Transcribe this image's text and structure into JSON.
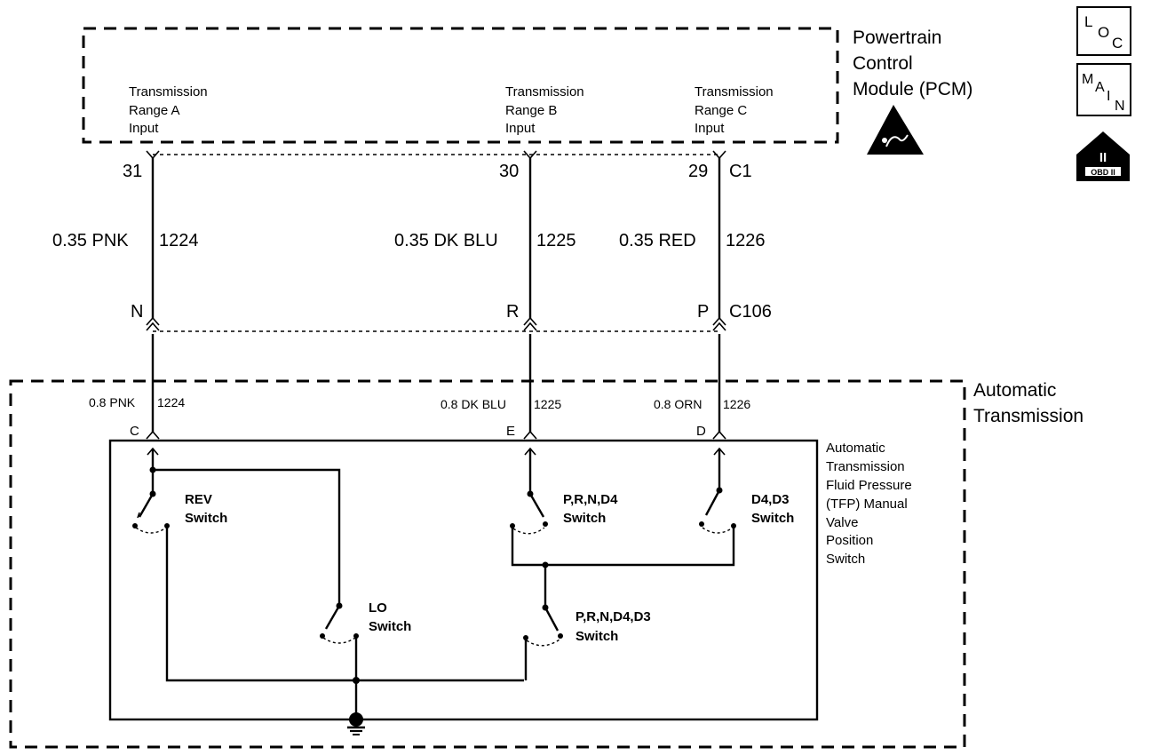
{
  "pcm": {
    "title_lines": [
      "Powertrain",
      "Control",
      "Module (PCM)"
    ],
    "inputs": [
      {
        "lines": [
          "Transmission",
          "Range A",
          "Input"
        ],
        "pin": "31"
      },
      {
        "lines": [
          "Transmission",
          "Range B",
          "Input"
        ],
        "pin": "30"
      },
      {
        "lines": [
          "Transmission",
          "Range C",
          "Input"
        ],
        "pin": "29"
      }
    ],
    "connector": "C1"
  },
  "upper_wires": [
    {
      "spec": "0.35 PNK",
      "circuit": "1224"
    },
    {
      "spec": "0.35 DK BLU",
      "circuit": "1225"
    },
    {
      "spec": "0.35 RED",
      "circuit": "1226"
    }
  ],
  "c106": {
    "name": "C106",
    "pins": [
      "N",
      "R",
      "P"
    ]
  },
  "transmission": {
    "title_lines": [
      "Automatic",
      "Transmission"
    ],
    "wires": [
      {
        "spec": "0.8 PNK",
        "circuit": "1224",
        "pin": "C"
      },
      {
        "spec": "0.8 DK BLU",
        "circuit": "1225",
        "pin": "E"
      },
      {
        "spec": "0.8 ORN",
        "circuit": "1226",
        "pin": "D"
      }
    ],
    "tfp_lines": [
      "Automatic",
      "Transmission",
      "Fluid Pressure",
      "(TFP) Manual",
      "Valve",
      "Position",
      "Switch"
    ],
    "switches": [
      {
        "name": "REV",
        "label": "Switch"
      },
      {
        "name": "P,R,N,D4",
        "label": "Switch"
      },
      {
        "name": "D4,D3",
        "label": "Switch"
      },
      {
        "name": "LO",
        "label": "Switch"
      },
      {
        "name": "P,R,N,D4,D3",
        "label": "Switch"
      }
    ]
  },
  "badges": {
    "loc": {
      "l": "L",
      "o": "O",
      "c": "C"
    },
    "main": {
      "m": "M",
      "a": "A",
      "i": "I",
      "n": "N"
    },
    "obd": {
      "roman": "II",
      "text": "OBD II"
    }
  },
  "icons": [
    "esd-warning-icon",
    "ground-icon",
    "loc-badge-icon",
    "main-badge-icon",
    "obd-ii-badge-icon"
  ]
}
